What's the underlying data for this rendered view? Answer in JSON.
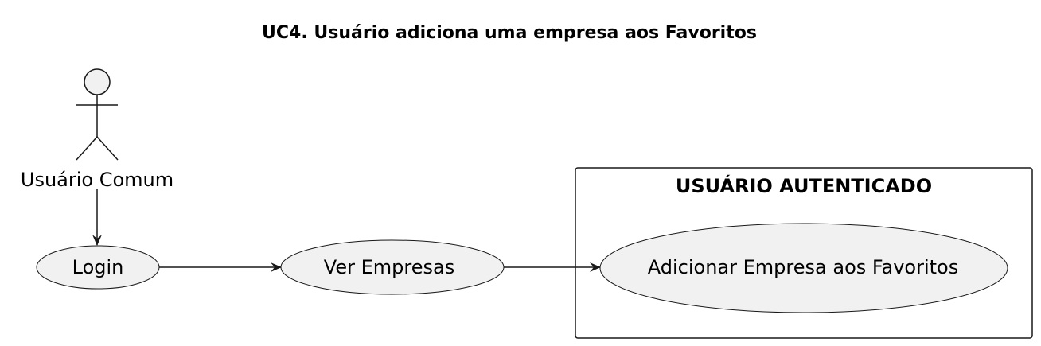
{
  "diagram": {
    "title": "UC4. Usuário adiciona uma empresa aos Favoritos",
    "actor": {
      "label": "Usuário Comum"
    },
    "boundary": {
      "label": "USUÁRIO AUTENTICADO"
    },
    "use_cases": {
      "login": "Login",
      "ver_empresas": "Ver Empresas",
      "adicionar_favoritos": "Adicionar Empresa aos Favoritos"
    },
    "colors": {
      "usecase_fill": "#f1f1f1",
      "stroke": "#181818",
      "background": "#ffffff"
    }
  }
}
